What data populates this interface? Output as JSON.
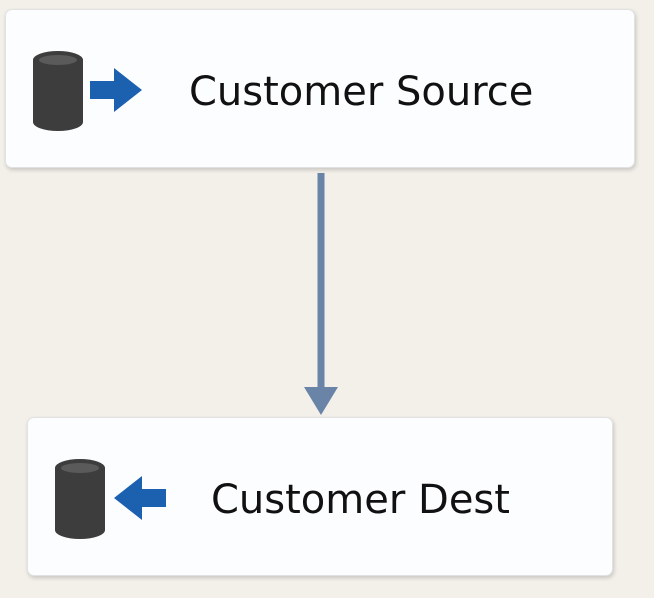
{
  "diagram": {
    "components": [
      {
        "id": "source",
        "label": "Customer Source",
        "icon": "db-source-icon"
      },
      {
        "id": "dest",
        "label": "Customer Dest",
        "icon": "db-destination-icon"
      }
    ],
    "connectors": [
      {
        "from": "source",
        "to": "dest",
        "color": "#6a84a8"
      }
    ]
  },
  "colors": {
    "canvas_bg": "#f3f0ea",
    "box_bg": "#fcfdff",
    "cylinder": "#3d3d3d",
    "arrow_blue": "#1c60b0",
    "connector": "#6a84a8"
  }
}
